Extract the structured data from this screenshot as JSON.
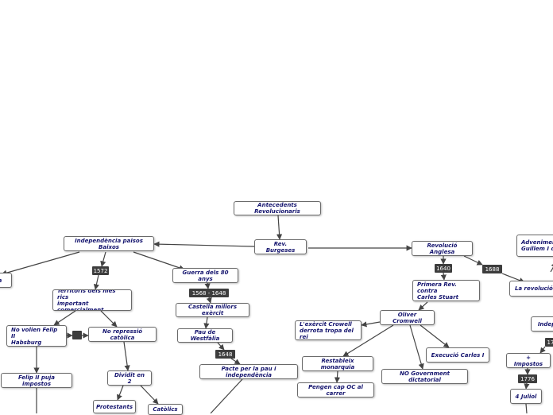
{
  "nodes": [
    {
      "id": "root",
      "label": "Antecedents Revolucionaris"
    },
    {
      "id": "burgeses",
      "label": "Rev. Burgeses"
    },
    {
      "id": "indep_baixos",
      "label": "Independència paisos Baixos"
    },
    {
      "id": "rev_anglesa",
      "label": "Revolució Anglesa"
    },
    {
      "id": "adveniment",
      "label": "Adveniment\nGuillem I d'"
    },
    {
      "id": "rev_gloriosa",
      "label": "La revolució G"
    },
    {
      "id": "da",
      "label": "da"
    },
    {
      "id": "territoris",
      "label": "Territoris dels més rics\nimportant comercialment"
    },
    {
      "id": "guerra80",
      "label": "Guerra dels 80 anys"
    },
    {
      "id": "castella",
      "label": "Castella millors exèrcit"
    },
    {
      "id": "pau_westfalia",
      "label": "Pau de Westfàlia"
    },
    {
      "id": "pacte_pau",
      "label": "Pacte per la pau i independència"
    },
    {
      "id": "no_volien",
      "label": "No volien Felip II\nHabsburg"
    },
    {
      "id": "no_repressio",
      "label": "No repressió catòlica"
    },
    {
      "id": "felip_puja",
      "label": "Felip II puja impostos"
    },
    {
      "id": "dividit",
      "label": "Dividit en 2"
    },
    {
      "id": "protestants",
      "label": "Protestants"
    },
    {
      "id": "catolics",
      "label": "Catòlics"
    },
    {
      "id": "primera_rev",
      "label": "Primera Rev. contra\nCarles Stuart"
    },
    {
      "id": "oliver",
      "label": "Oliver Cromwell"
    },
    {
      "id": "exercit_crowell",
      "label": "L'exèrcit Crowell\nderrota tropa del rei"
    },
    {
      "id": "restableix",
      "label": "Restableix monarquia"
    },
    {
      "id": "pengen",
      "label": "Pengen cap OC al carrer"
    },
    {
      "id": "execucio",
      "label": "Execució Carles I"
    },
    {
      "id": "no_govern",
      "label": "NO Government dictatorial"
    },
    {
      "id": "indep_right",
      "label": "Indep"
    },
    {
      "id": "impostos",
      "label": "+ Impostos"
    },
    {
      "id": "juliol",
      "label": "4 Juliol"
    }
  ],
  "tags": [
    {
      "id": "t1572",
      "label": "1572"
    },
    {
      "id": "t1568",
      "label": "1568 - 1648"
    },
    {
      "id": "t1648",
      "label": "1648"
    },
    {
      "id": "t1640",
      "label": "1640"
    },
    {
      "id": "t1688",
      "label": "1688"
    },
    {
      "id": "t1776",
      "label": "1776"
    },
    {
      "id": "t17",
      "label": "17"
    },
    {
      "id": "tblank",
      "label": ""
    }
  ]
}
